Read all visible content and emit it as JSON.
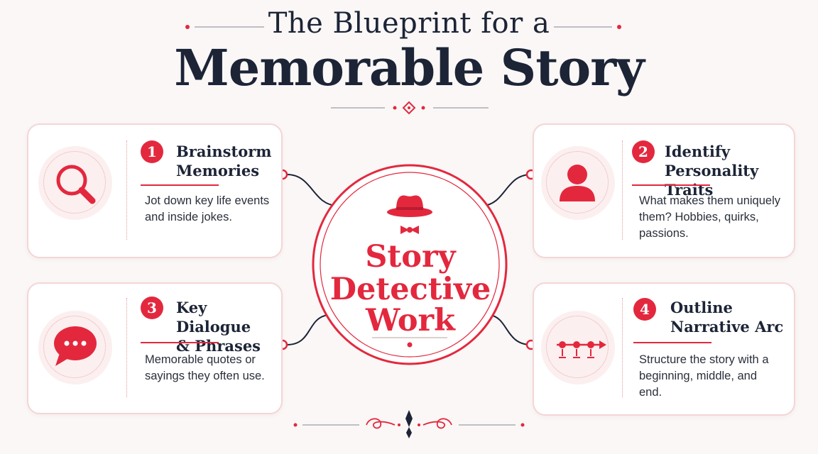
{
  "header": {
    "title_line1": "The Blueprint for a",
    "title_line2": "Memorable Story"
  },
  "center": {
    "lines": [
      "Story",
      "Detective",
      "Work"
    ],
    "icon": "detective-hat-bowtie-icon"
  },
  "steps": [
    {
      "number": "1",
      "heading": "Brainstorm\nMemories",
      "description": "Jot down key life events and inside jokes.",
      "icon": "magnifier-icon"
    },
    {
      "number": "2",
      "heading": "Identify\nPersonality Traits",
      "description": "What makes them uniquely them? Hobbies, quirks, passions.",
      "icon": "person-icon"
    },
    {
      "number": "3",
      "heading": "Key Dialogue\n& Phrases",
      "description": "Memorable quotes or sayings they often use.",
      "icon": "speech-bubble-icon"
    },
    {
      "number": "4",
      "heading": "Outline\nNarrative Arc",
      "description": "Structure the story with a beginning, middle, and end.",
      "icon": "timeline-icon"
    }
  ],
  "colors": {
    "accent": "#e3283e",
    "navy": "#1c2436",
    "card_border": "#f3d6d6",
    "background": "#faf7f6"
  }
}
